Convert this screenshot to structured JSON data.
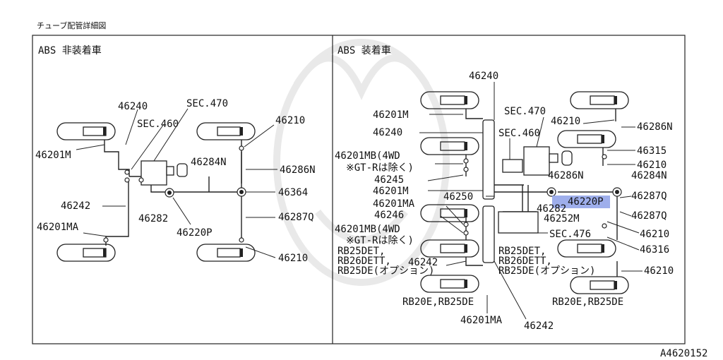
{
  "page": {
    "title": "チューブ配管詳細図",
    "figure_code": "A4620152"
  },
  "left_panel": {
    "title": "ABS 非装着車",
    "labels": {
      "l46240": "46240",
      "sec470": "SEC.470",
      "sec460": "SEC.460",
      "l46210_top": "46210",
      "l46201m": "46201M",
      "l46284n": "46284N",
      "l46286n": "46286N",
      "l46364": "46364",
      "l46242": "46242",
      "l46282": "46282",
      "l46287q": "46287Q",
      "l46201ma": "46201MA",
      "l46220p": "46220P",
      "l46210_bot": "46210"
    }
  },
  "right_panel": {
    "title": "ABS 装着車",
    "highlight_color": "#8da0e8",
    "labels": {
      "l46240_top": "46240",
      "l46201m": "46201M",
      "sec470": "SEC.470",
      "l46210_a": "46210",
      "l46286n_top": "46286N",
      "l46240_mid": "46240",
      "sec460": "SEC.460",
      "l46315": "46315",
      "l46201mb_4wd": "46201MB(4WD",
      "l46210_b": "46210",
      "gtr_note_1": "※GT-Rは除く)",
      "l46286n_mid": "46286N",
      "l46284n": "46284N",
      "l46245": "46245",
      "l46201m_b": "46201M",
      "l46250": "46250",
      "l46287q_a": "46287Q",
      "l46220p": "46220P",
      "l46201ma_a": "46201MA",
      "l46282": "46282",
      "l46246": "46246",
      "l46252m": "46252M",
      "l46287q_b": "46287Q",
      "l46201mb_4wd_b": "46201MB(4WD",
      "l46210_c": "46210",
      "gtr_note_2": "※GT-Rは除く)",
      "sec476": "SEC.476",
      "rb25det_a": "RB25DET,",
      "rb26dett_a": "RB26DETT,",
      "rb25de_opt_a": "RB25DE(オプション)",
      "rb25det_b": "RB25DET,",
      "rb26dett_b": "RB26DETT,",
      "rb25de_opt_b": "RB25DE(オプション)",
      "l46316": "46316",
      "l46242_a": "46242",
      "l46210_d": "46210",
      "rb20e_a": "RB20E,RB25DE",
      "rb20e_b": "RB20E,RB25DE",
      "l46201ma_b": "46201MA",
      "l46242_b": "46242"
    }
  }
}
